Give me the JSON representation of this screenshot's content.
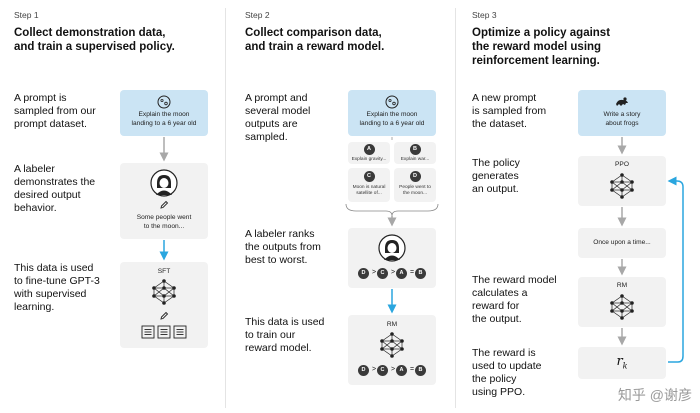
{
  "step1": {
    "step": "Step 1",
    "title_l1": "Collect demonstration data,",
    "title_l2": "and train a supervised policy.",
    "desc1": [
      "A prompt is",
      "sampled from our",
      "prompt dataset."
    ],
    "desc2": [
      "A labeler",
      "demonstrates the",
      "desired output",
      "behavior."
    ],
    "desc3": [
      "This data is used",
      "to fine-tune GPT-3",
      "with supervised",
      "learning."
    ],
    "prompt_text": [
      "Explain the moon",
      "landing to a 6 year old"
    ],
    "labeler_text": [
      "Some people went",
      "to the moon..."
    ],
    "model_label": "SFT"
  },
  "step2": {
    "step": "Step 2",
    "title_l1": "Collect comparison data,",
    "title_l2": "and train a reward model.",
    "desc1": [
      "A prompt and",
      "several model",
      "outputs are",
      "sampled."
    ],
    "desc2": [
      "A labeler ranks",
      "the outputs from",
      "best to worst."
    ],
    "desc3": [
      "This data is used",
      "to train our",
      "reward model."
    ],
    "prompt_text": [
      "Explain the moon",
      "landing to a 6 year old"
    ],
    "outputs": [
      {
        "letter": "A",
        "text": [
          "Explain gravity..."
        ]
      },
      {
        "letter": "B",
        "text": [
          "Explain war..."
        ]
      },
      {
        "letter": "C",
        "text": [
          "Moon is natural",
          "satellite of..."
        ]
      },
      {
        "letter": "D",
        "text": [
          "People went to",
          "the moon..."
        ]
      }
    ],
    "ranking": [
      "D",
      ">",
      "C",
      ">",
      "A",
      "=",
      "B"
    ],
    "model_label": "RM"
  },
  "step3": {
    "step": "Step 3",
    "title_l1": "Optimize a policy against",
    "title_l2": "the reward model using",
    "title_l3": "reinforcement learning.",
    "desc1": [
      "A new prompt",
      "is sampled from",
      "the dataset."
    ],
    "desc2": [
      "The policy",
      "generates",
      "an output."
    ],
    "desc3": [
      "The reward model",
      "calculates a",
      "reward for",
      "the output."
    ],
    "desc4": [
      "The reward is",
      "used to update",
      "the policy",
      "using PPO."
    ],
    "prompt_text": [
      "Write a story",
      "about frogs"
    ],
    "policy_label": "PPO",
    "output_text": "Once upon a time...",
    "rm_label": "RM",
    "reward_symbol": "r",
    "reward_sub": "k"
  },
  "watermark": "知乎 @谢彦",
  "colors": {
    "prompt_card": "#cbe4f4",
    "card": "#f2f2f2",
    "arrow_blue": "#2aa6df",
    "arrow_gray": "#a8a8a8"
  }
}
